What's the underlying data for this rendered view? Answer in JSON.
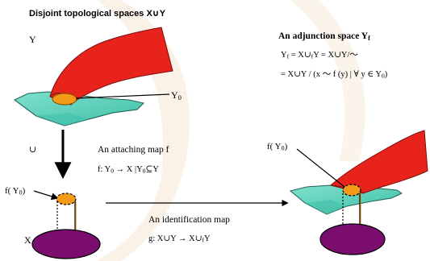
{
  "colors": {
    "sheet_red": "#e8231c",
    "base_teal": "#40c0a8",
    "base_teal_light": "#7fe0cc",
    "blob_orange": "#f39a16",
    "disk_purple": "#7a0d6e",
    "watermark": "#f6e6d3"
  },
  "title": "Disjoint topological spaces X∪Y",
  "labels": {
    "space_y": "Y",
    "subset_y0": "Y",
    "subset_y0_sub": "0",
    "inclusion": "∪",
    "space_x": "X",
    "image_left": "f( Y",
    "image_left_sub": "0",
    "image_left_tail": ")",
    "image_right": "f( Y",
    "image_right_sub": "0",
    "image_right_tail": ")"
  },
  "adjunction": {
    "heading": "An adjunction space Y",
    "heading_sub": "f",
    "line1_a": "Y",
    "line1_sub_a": "f",
    "line1_b": " = X∪",
    "line1_sub_b": "f",
    "line1_c": "Y = X∪Y/～",
    "line2_a": "= X∪Y / (x ～ f (y) | ∀ y ∈ Y",
    "line2_sub": "0",
    "line2_b": ")"
  },
  "attaching": {
    "heading": "An attaching map f",
    "map_a": "f: Y",
    "map_sub_a": "0",
    "map_b": " →  X |Y",
    "map_sub_b": "0",
    "map_c": "⊆Y"
  },
  "identification": {
    "heading": "An identification map",
    "map_a": "g: X∪Y  →  X∪",
    "map_sub": "f",
    "map_b": "Y"
  },
  "icons": [
    "down-arrow-icon",
    "right-arrow-icon",
    "pointer-arrow-icon"
  ]
}
